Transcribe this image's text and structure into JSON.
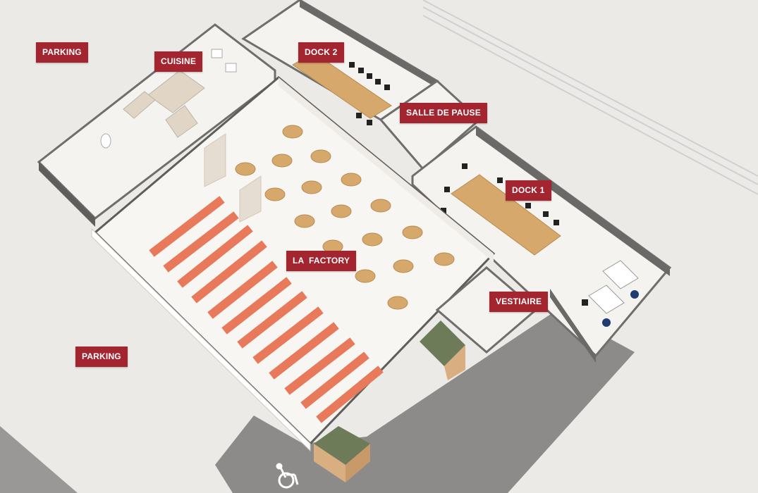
{
  "theme": {
    "label_background": "#a3252f",
    "label_text": "#ffffff",
    "seat_color": "#e8795a",
    "table_color": "#d6a86b",
    "road_color": "#8a8987"
  },
  "rooms": {
    "parking_north": "PARKING",
    "cuisine": "CUISINE",
    "dock_2": "DOCK 2",
    "salle_de_pause": "SALLE DE PAUSE",
    "dock_1": "DOCK 1",
    "la_factory": "LA  FACTORY",
    "vestiaire": "VESTIAIRE",
    "parking_south": "PARKING"
  },
  "icons": {
    "accessibility": "wheelchair-icon"
  }
}
